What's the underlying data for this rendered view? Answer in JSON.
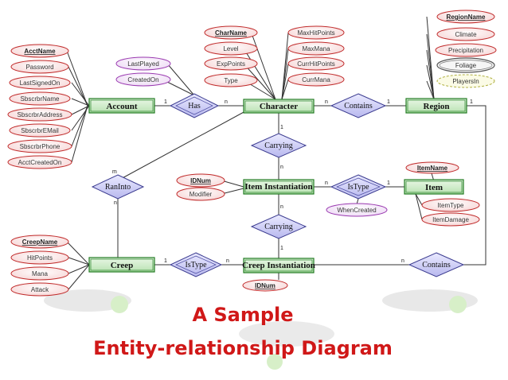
{
  "caption": {
    "line1": "A Sample",
    "line2": "Entity-relationship Diagram"
  },
  "entities": {
    "account": "Account",
    "character": "Character",
    "region": "Region",
    "item_inst": "Item Instantiation",
    "item": "Item",
    "creep": "Creep",
    "creep_inst": "Creep Instantiation"
  },
  "relationships": {
    "has": "Has",
    "contains": "Contains",
    "carrying": "Carrying",
    "raninto": "RanInto",
    "istype": "IsType",
    "carrying2": "Carrying",
    "istype2": "IsType",
    "contains2": "Contains"
  },
  "attributes": {
    "account": [
      "AcctName",
      "Password",
      "LastSignedOn",
      "SbscrbrName",
      "SbscrbrAddress",
      "SbscrbrEMail",
      "SbscrbrPhone",
      "AcctCreatedOn"
    ],
    "has": [
      "LastPlayed",
      "CreatedOn"
    ],
    "character_left": [
      "CharName",
      "Level",
      "ExpPoints",
      "Type"
    ],
    "character_right": [
      "MaxHitPoints",
      "MaxMana",
      "CurrHitPoints",
      "CurrMana"
    ],
    "region": [
      "RegionName",
      "Climate",
      "Precipitation",
      "Foliage",
      "PlayersIn"
    ],
    "item_inst": [
      "IDNum",
      "Modifier"
    ],
    "istype": [
      "WhenCreated"
    ],
    "item": [
      "ItemName",
      "ItemType",
      "ItemDamage"
    ],
    "creep": [
      "CreepName",
      "HitPoints",
      "Mana",
      "Attack"
    ],
    "creep_inst": [
      "IDNum"
    ]
  },
  "cardinality": {
    "one": "1",
    "many_n": "n",
    "many_m": "m"
  }
}
